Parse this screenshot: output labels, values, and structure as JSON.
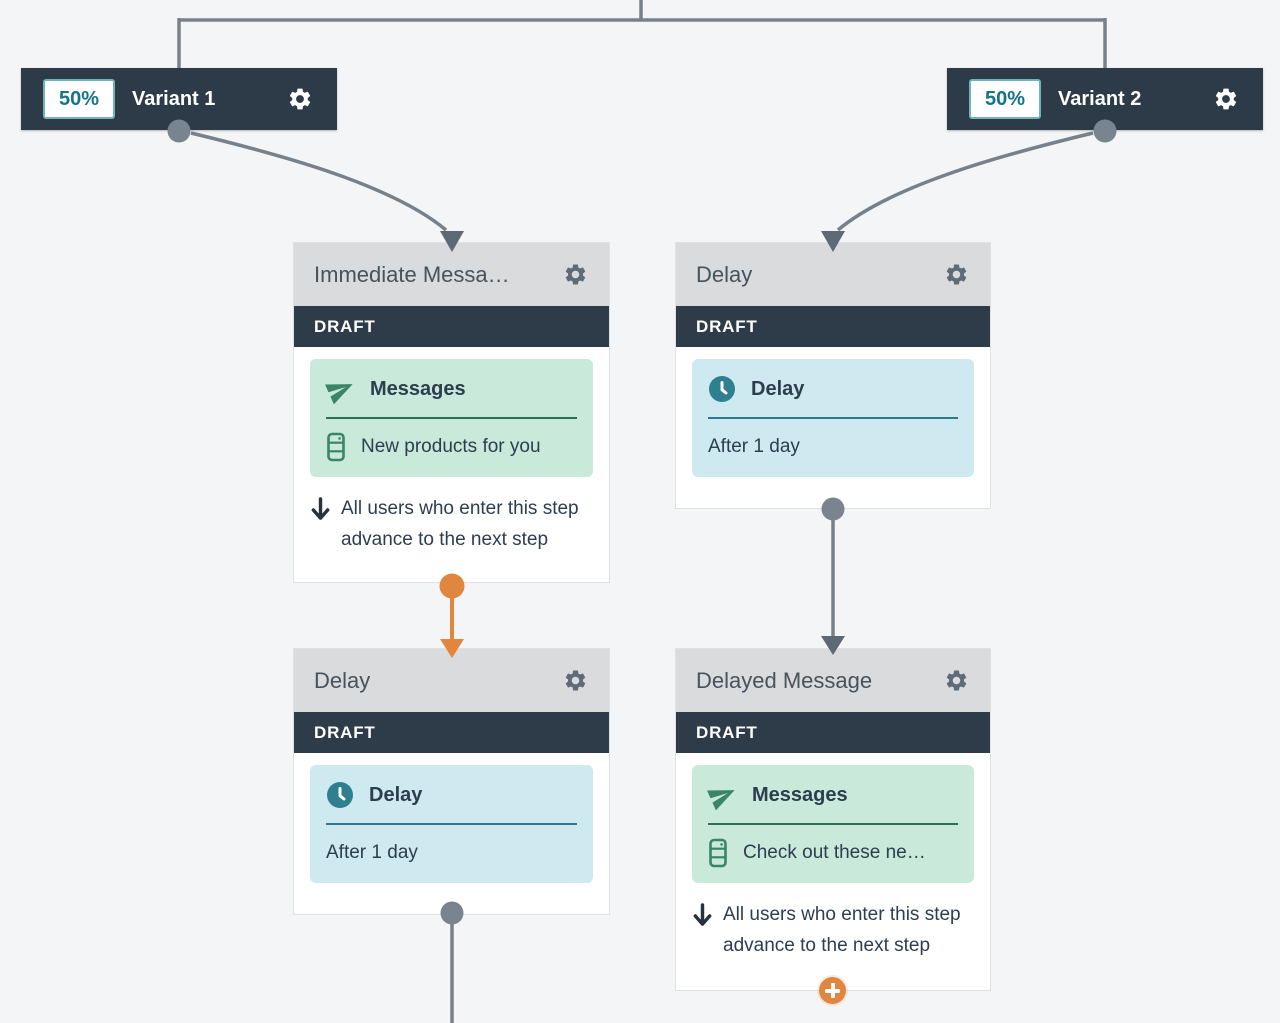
{
  "colors": {
    "background": "#f4f5f6",
    "node_dark": "#2c3b47",
    "status_bar_dark": "#2e3c49",
    "header_gray": "#d9dbdd",
    "teal_percent": "#137587",
    "connector_gray": "#76818b",
    "connector_arrow_dark": "#5d6974",
    "accent_orange": "#e0863f",
    "messages_block_bg": "#c9e9da",
    "messages_icon_green": "#3a8567",
    "delay_block_bg": "#cfe9f1",
    "clock_teal": "#2e7f90",
    "text_dark": "#2d3e50"
  },
  "variants": [
    {
      "percent": "50%",
      "label": "Variant 1",
      "settings_icon": "gear-icon"
    },
    {
      "percent": "50%",
      "label": "Variant 2",
      "settings_icon": "gear-icon"
    }
  ],
  "cards": [
    {
      "title": "Immediate Messa…",
      "status": "DRAFT",
      "block_type": "messages",
      "block_heading": "Messages",
      "block_detail": "New products for you",
      "note_line1": "All users who enter this step",
      "note_line2": "advance to the next step"
    },
    {
      "title": "Delay",
      "status": "DRAFT",
      "block_type": "delay",
      "block_heading": "Delay",
      "block_detail": "After 1 day"
    },
    {
      "title": "Delay",
      "status": "DRAFT",
      "block_type": "delay",
      "block_heading": "Delay",
      "block_detail": "After 1 day"
    },
    {
      "title": "Delayed Message",
      "status": "DRAFT",
      "block_type": "messages",
      "block_heading": "Messages",
      "block_detail": "Check out these ne…",
      "note_line1": "All users who enter this step",
      "note_line2": "advance to the next step"
    }
  ]
}
